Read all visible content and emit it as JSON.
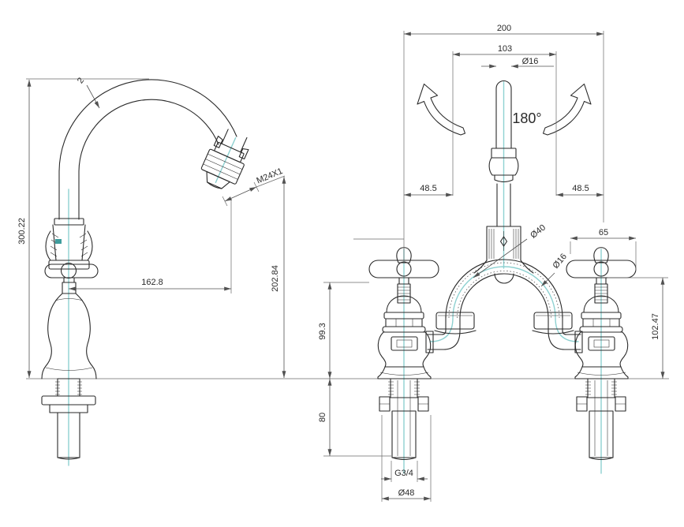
{
  "drawing": {
    "type": "technical-dimension-drawing",
    "subject": "Bridge basin mixer tap with crosshead handles, side and front elevations",
    "units": "mm",
    "colors": {
      "outline": "#2a2a2a",
      "dimension": "#515151",
      "centerline": "#8ed1d1",
      "seal_detail": "#3f9d9d",
      "background": "#ffffff"
    }
  },
  "side_view": {
    "overall_height": "300.22",
    "spout_wall_thickness": "2",
    "aerator_thread": "M24X1",
    "spout_reach": "162.8",
    "spout_outlet_height": "202.84"
  },
  "front_view": {
    "overall_width": "200",
    "inner_span": "103",
    "spout_tube_diameter": "Ø16",
    "swivel_angle": "180°",
    "left_offset": "48.5",
    "right_offset": "48.5",
    "handle_width": "65",
    "body_diameter": "Ø40",
    "bridge_tube_diameter": "Ø16",
    "deck_to_handle_left": "99.3",
    "deck_to_handle_right": "102.47",
    "shank_length": "80",
    "inlet_thread": "G3/4",
    "shank_flange_diameter": "Ø48"
  }
}
